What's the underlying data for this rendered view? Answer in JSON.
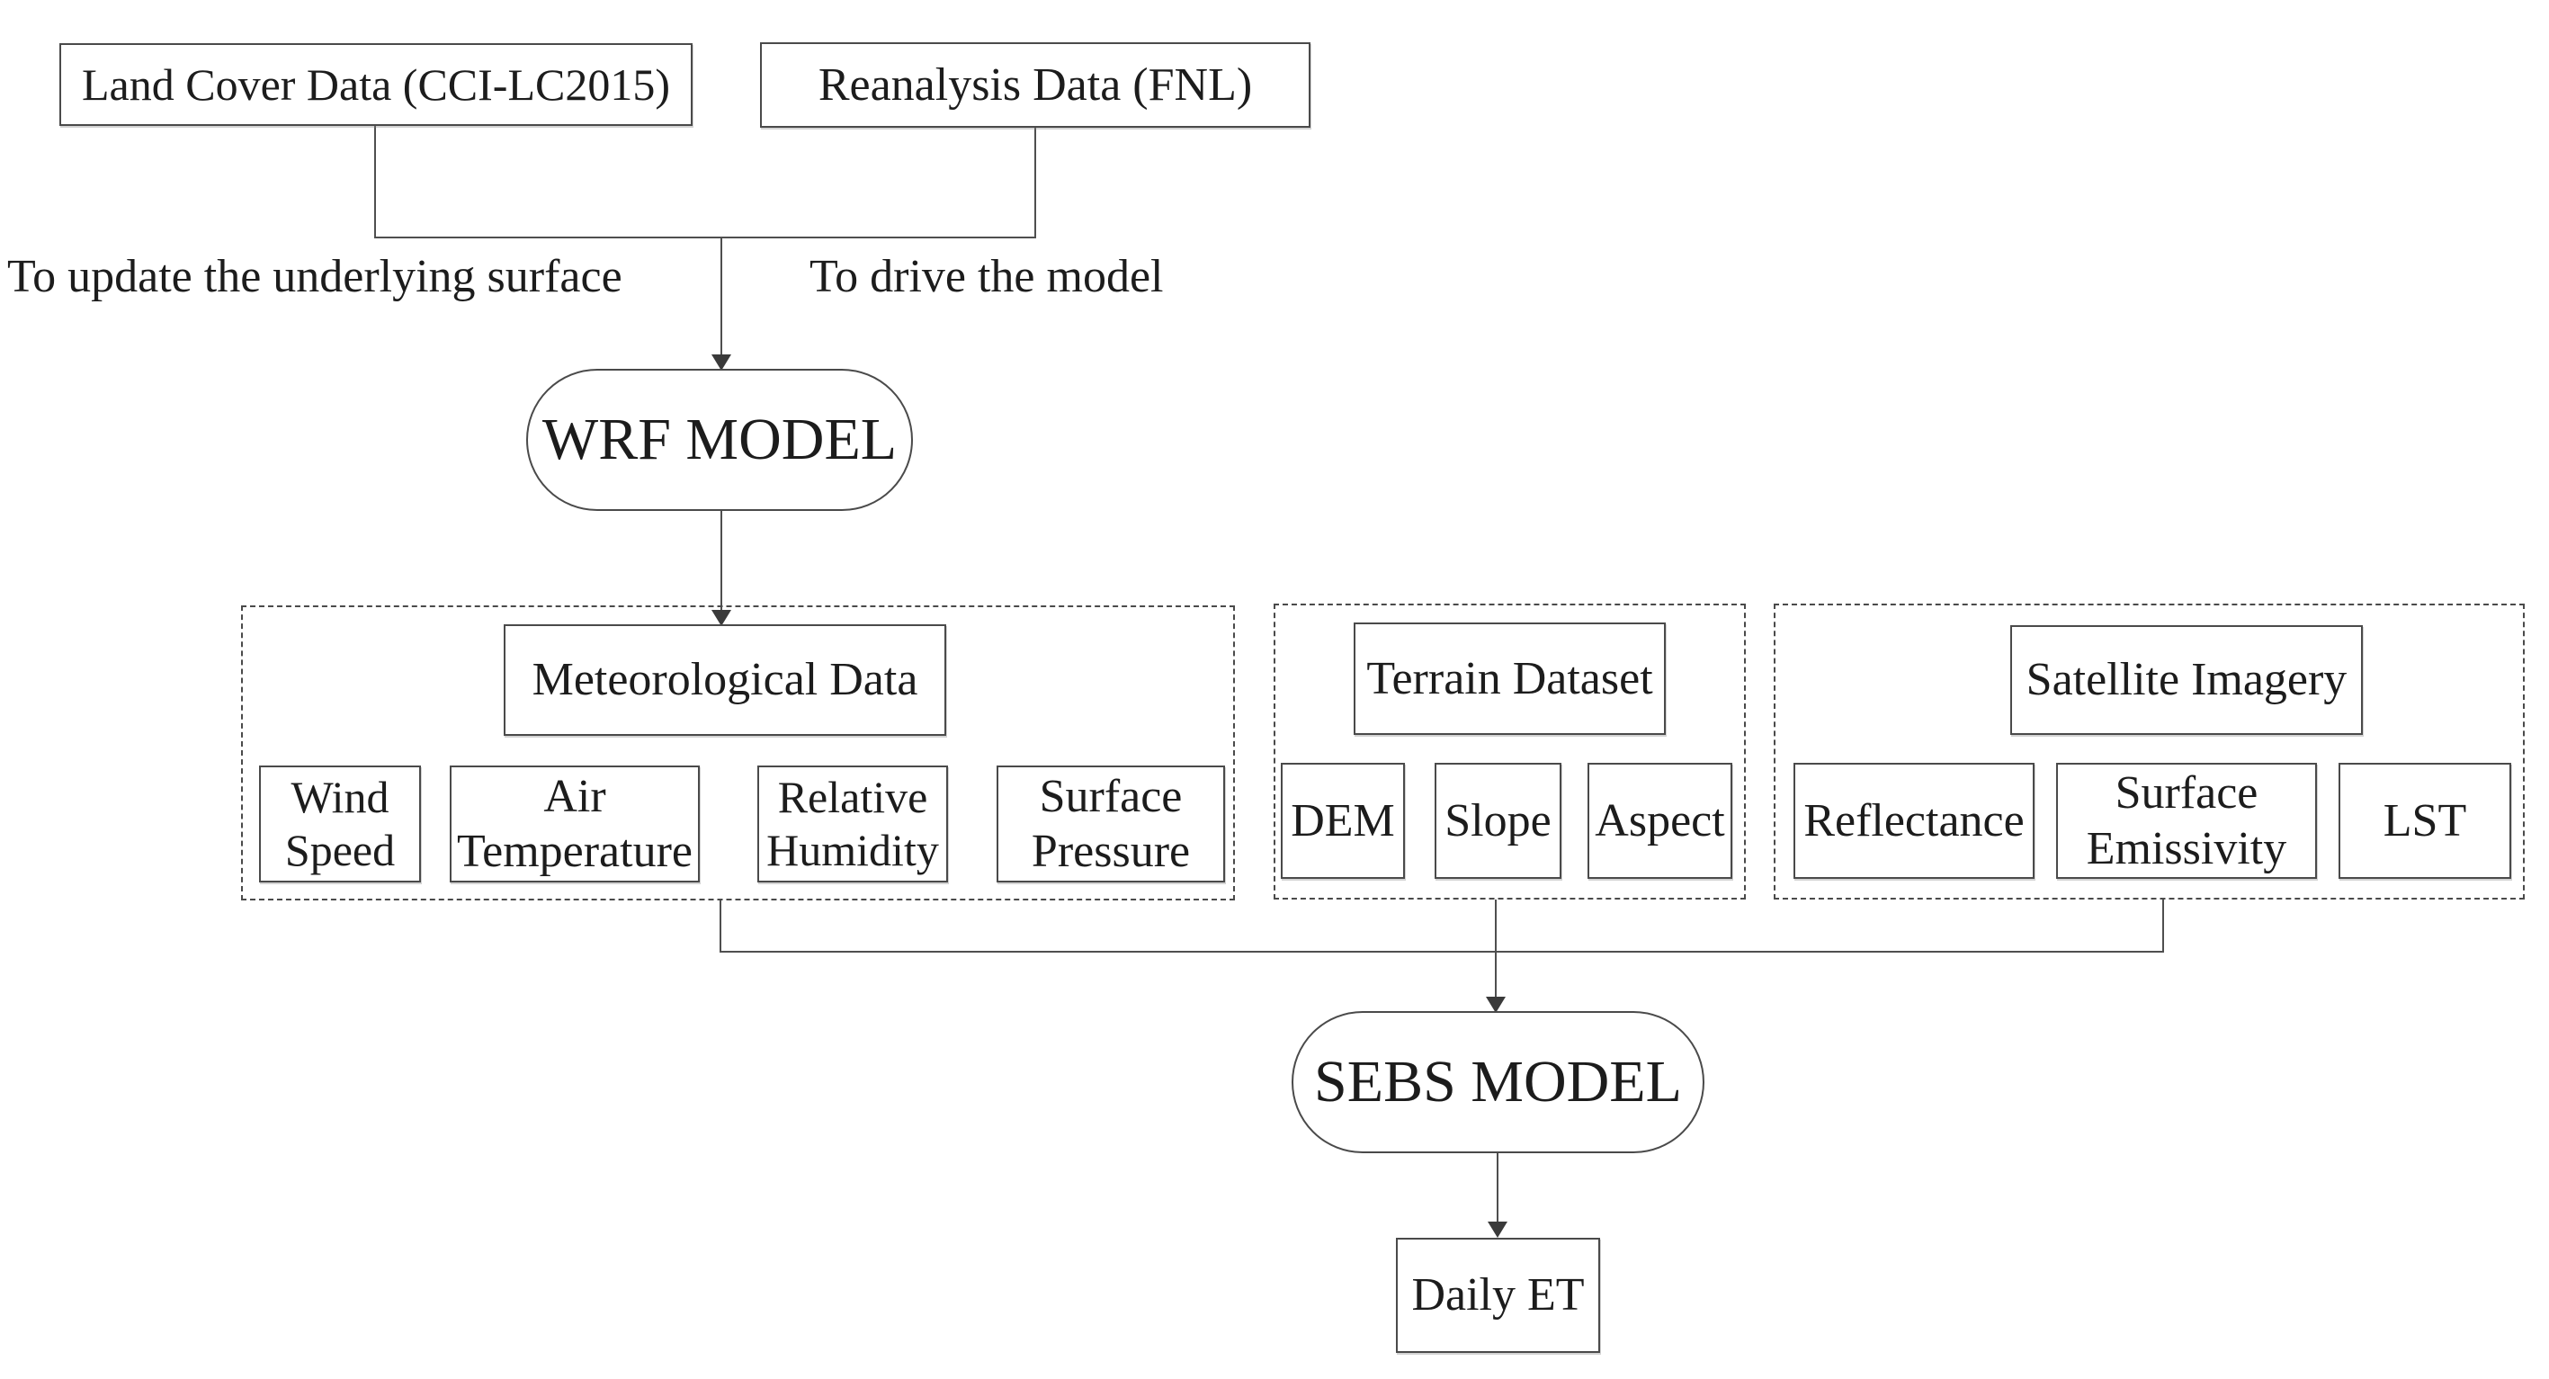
{
  "nodes": {
    "land_cover": "Land Cover Data (CCI-LC2015)",
    "reanalysis": "Reanalysis Data (FNL)",
    "wrf_model": "WRF MODEL",
    "sebs_model": "SEBS MODEL",
    "daily_et": "Daily ET"
  },
  "edge_labels": {
    "update_surface": "To update the underlying surface",
    "drive_model": "To drive the model"
  },
  "sections": {
    "meteorological": {
      "title": "Meteorological Data",
      "items": [
        "Wind Speed",
        "Air Temperature",
        "Relative Humidity",
        "Surface Pressure"
      ]
    },
    "terrain": {
      "title": "Terrain Dataset",
      "items": [
        "DEM",
        "Slope",
        "Aspect"
      ]
    },
    "satellite": {
      "title": "Satellite Imagery",
      "items": [
        "Reflectance",
        "Surface Emissivity",
        "LST"
      ]
    }
  },
  "colors": {
    "stroke": "#4a4a4a",
    "text": "#1c1c1c",
    "background": "#ffffff"
  }
}
